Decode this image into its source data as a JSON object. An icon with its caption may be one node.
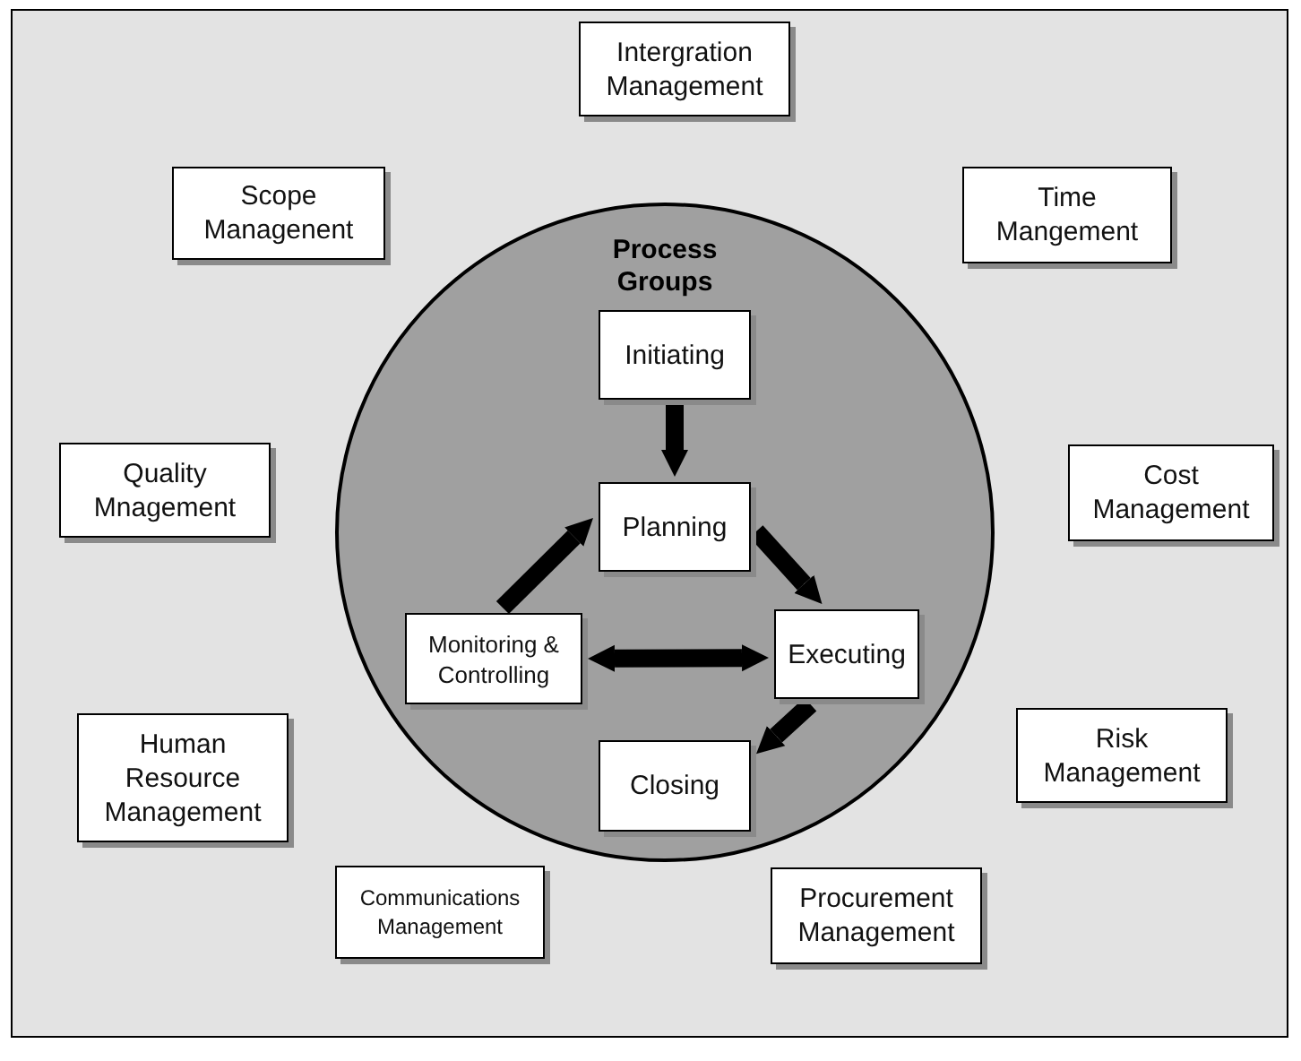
{
  "diagram": {
    "nodes": [
      {
        "text": [
          "Intergration Management"
        ]
      },
      {
        "text": [
          "Scope Managenent"
        ]
      },
      {
        "text": [
          "Time Mangement"
        ]
      },
      {
        "text": [
          "Process Groups"
        ]
      },
      {
        "text": [
          "Initiating"
        ],
        "in": 3
      },
      {
        "text": [
          "Quality Mnagement"
        ]
      },
      {
        "text": [
          "Planning"
        ],
        "in": 3
      },
      {
        "text": [
          "Cost Management"
        ]
      },
      {
        "text": [
          "Monitoring & Controlling"
        ],
        "in": 3
      },
      {
        "text": [
          "Executing"
        ],
        "in": 3
      },
      {
        "text": [
          "Human Resource Management"
        ]
      },
      {
        "text": [
          "Risk Management"
        ]
      },
      {
        "text": [
          "Closing"
        ],
        "in": 3
      },
      {
        "text": [
          "Communications Management"
        ]
      },
      {
        "text": [
          "Procurement Management"
        ]
      }
    ],
    "edges": [
      {
        "from": 4,
        "to": 6,
        "arrow": "to"
      },
      {
        "from": 6,
        "to": 9,
        "arrow": "to"
      },
      {
        "from": 9,
        "to": 12,
        "arrow": "to"
      },
      {
        "from": 8,
        "to": 9,
        "arrow": "both"
      },
      {
        "from": 8,
        "to": 6,
        "arrow": "to"
      }
    ]
  }
}
